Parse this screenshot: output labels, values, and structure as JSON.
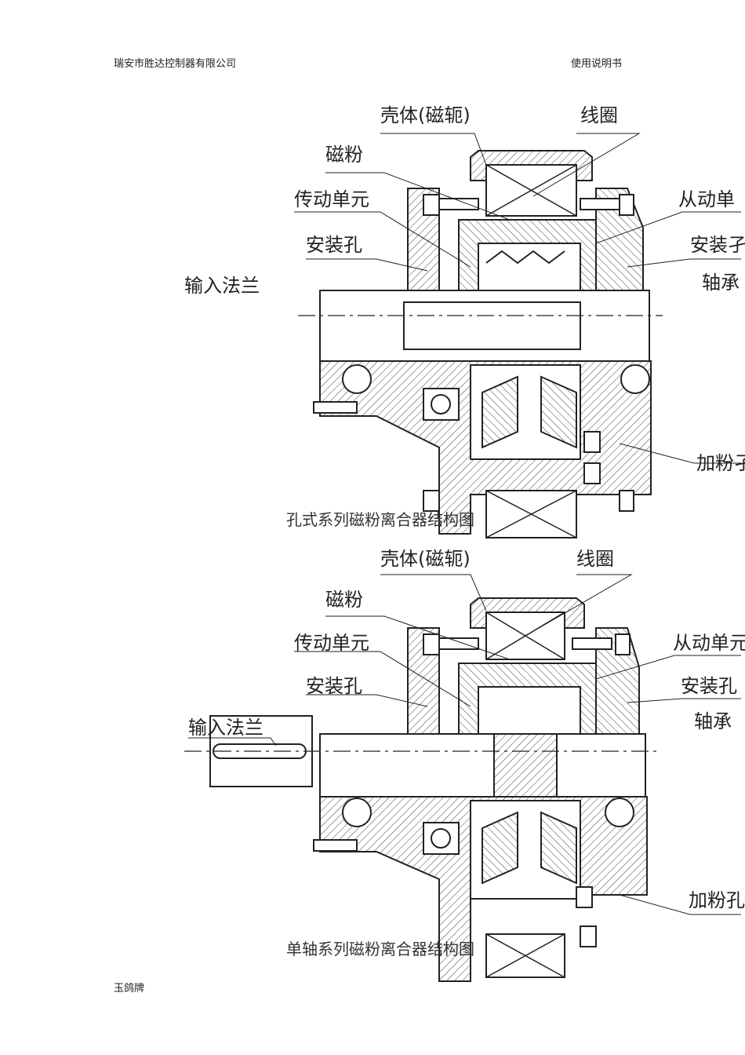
{
  "header": {
    "company": "瑞安市胜达控制器有限公司",
    "doc_type": "使用说明书"
  },
  "figure1": {
    "caption": "孔式系列磁粉离合器结构图",
    "labels": {
      "shell": "壳体(磁轭)",
      "coil": "线圈",
      "powder": "磁粉",
      "drive_unit": "传动单元",
      "driven_unit": "从动单",
      "mount_hole_left": "安装孔",
      "mount_hole_right": "安装孑",
      "bearing": "轴承",
      "input_flange": "输入法兰",
      "powder_hole": "加粉孑"
    }
  },
  "figure2": {
    "caption": "单轴系列磁粉离合器结构图",
    "labels": {
      "shell": "壳体(磁轭)",
      "coil": "线圈",
      "powder": "磁粉",
      "drive_unit": "传动单元",
      "driven_unit": "从动单元",
      "mount_hole_left": "安装孔",
      "mount_hole_right": "安装孔",
      "bearing": "轴承",
      "input_flange": "输入法兰",
      "powder_hole": "加粉孔"
    }
  },
  "footer": {
    "brand": "玉鸽牌"
  }
}
